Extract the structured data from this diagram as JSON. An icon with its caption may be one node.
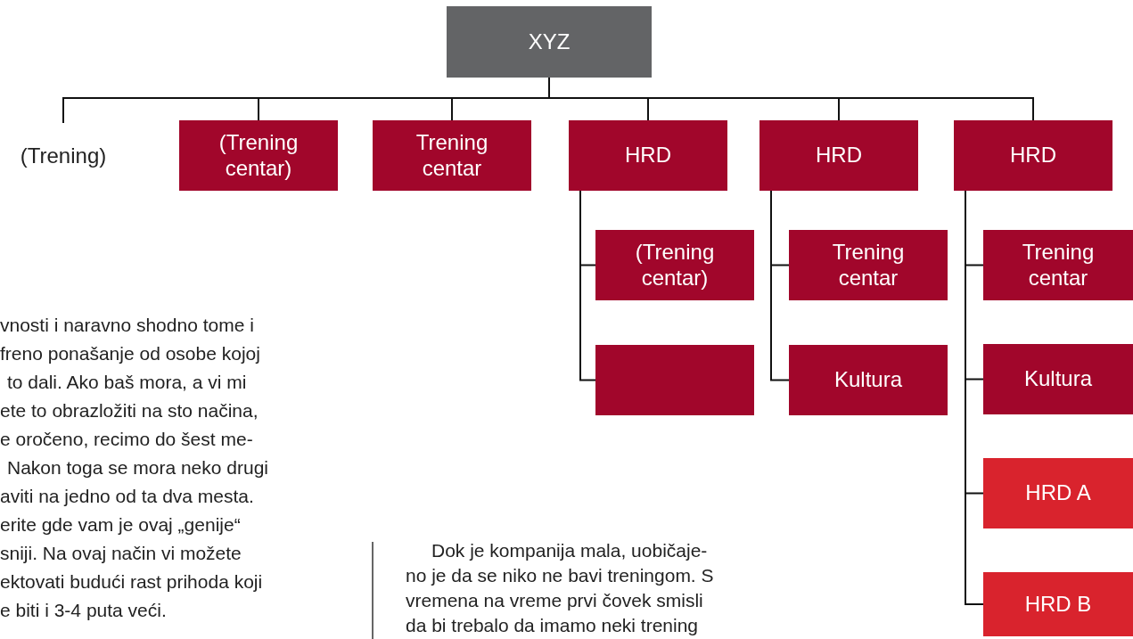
{
  "diagram": {
    "nodes": [
      {
        "text": [
          "XYZ"
        ]
      },
      {
        "text": [
          "(Trening)"
        ]
      },
      {
        "text": [
          "(Trening centar)"
        ]
      },
      {
        "text": [
          "Trening centar"
        ]
      },
      {
        "text": [
          "HRD"
        ]
      },
      {
        "text": [
          "HRD"
        ]
      },
      {
        "text": [
          "HRD"
        ]
      },
      {
        "text": [
          "(Trening centar)"
        ]
      },
      {
        "text": [],
        "shape": "box"
      },
      {
        "text": [
          "Trening centar"
        ]
      },
      {
        "text": [
          "Kultura"
        ]
      },
      {
        "text": [
          "Trening centar"
        ]
      },
      {
        "text": [
          "Kultura"
        ]
      },
      {
        "text": [
          "HRD A"
        ]
      },
      {
        "text": [
          "HRD B"
        ]
      }
    ],
    "edges": [
      {
        "from": 0,
        "to": 1,
        "arrow": "none"
      },
      {
        "from": 0,
        "to": 2,
        "arrow": "none"
      },
      {
        "from": 0,
        "to": 3,
        "arrow": "none"
      },
      {
        "from": 0,
        "to": 4,
        "arrow": "none"
      },
      {
        "from": 0,
        "to": 5,
        "arrow": "none"
      },
      {
        "from": 0,
        "to": 6,
        "arrow": "none"
      },
      {
        "from": 4,
        "to": 7,
        "arrow": "none"
      },
      {
        "from": 4,
        "to": 8,
        "arrow": "none"
      },
      {
        "from": 5,
        "to": 9,
        "arrow": "none"
      },
      {
        "from": 5,
        "to": 10,
        "arrow": "none"
      },
      {
        "from": 6,
        "to": 11,
        "arrow": "none"
      },
      {
        "from": 6,
        "to": 12,
        "arrow": "none"
      },
      {
        "from": 6,
        "to": 13,
        "arrow": "none"
      },
      {
        "from": 6,
        "to": 14,
        "arrow": "none"
      }
    ],
    "labels": [
      "vnosti i naravno shodno tome i",
      "freno ponašanje od osobe kojoj",
      "to dali. Ako baš mora, a vi mi",
      "ete to obrazložiti na sto načina,",
      "e oročeno, recimo do šest me-",
      "Nakon toga se mora neko drugi",
      "aviti na jedno od ta dva mesta.",
      "erite gde vam je ovaj „genije“",
      "sniji. Na ovaj način vi možete",
      "ektovati budući rast prihoda koji",
      "e biti i 3-4 puta veći.",
      "Dok je kompanija mala, uobičaje-",
      "no je da se niko ne bavi treningom. S",
      "vremena na vreme prvi čovek smisli",
      "da bi trebalo da imamo neki trening"
    ]
  }
}
